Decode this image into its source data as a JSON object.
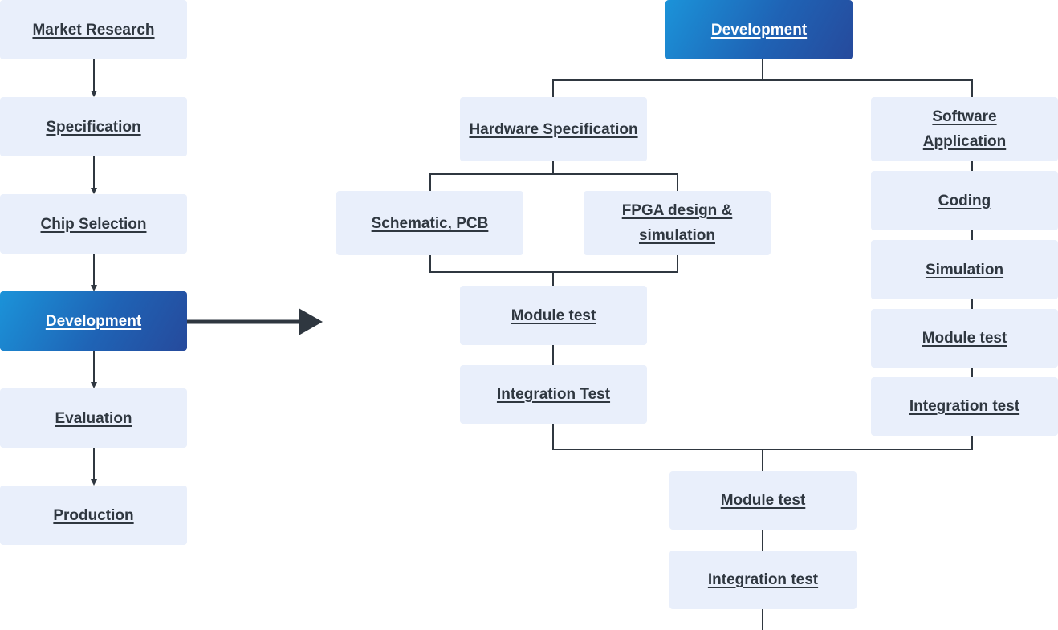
{
  "left_flow": [
    {
      "label": "Market Research"
    },
    {
      "label": "Specification"
    },
    {
      "label": "Chip Selection"
    },
    {
      "label": "Development"
    },
    {
      "label": "Evaluation"
    },
    {
      "label": "Production"
    }
  ],
  "dev": {
    "title": "Development",
    "hardware": "Hardware Specification",
    "schematic": "Schematic, PCB",
    "fpga": "FPGA design & simulation",
    "hw_module_test": "Module test",
    "hw_integration_test": "Integration Test",
    "software": "Software Application",
    "coding": "Coding",
    "simulation": "Simulation",
    "sw_module_test": "Module test",
    "sw_integration_test": "Integration test",
    "sys_module_test": "Module test",
    "sys_integration_test": "Integration test"
  },
  "colors": {
    "node_bg": "#e9effb",
    "node_text": "#2f3740",
    "active_start": "#1b93d9",
    "active_end": "#264a9c",
    "line": "#2f3740"
  }
}
